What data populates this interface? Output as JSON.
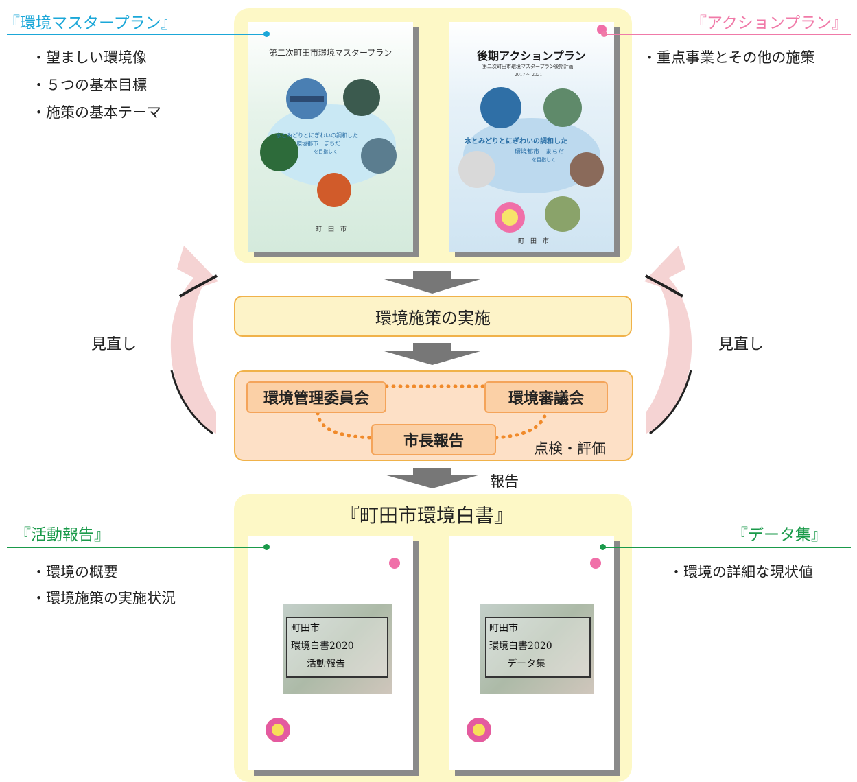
{
  "master_plan": {
    "title": "『環境マスタープラン』",
    "items": [
      "・望ましい環境像",
      "・５つの基本目標",
      "・施策の基本テーマ"
    ],
    "cover_title": "第二次町田市環境マスタープラン",
    "cover_slogan": [
      "水とみどりとにぎわいの調和した",
      "環境都市　まちだ",
      "を目指して"
    ],
    "cover_publisher": "町　田　市",
    "color": "#1ba7d8"
  },
  "action_plan": {
    "title": "『アクションプラン』",
    "items": [
      "・重点事業とその他の施策"
    ],
    "cover_title": "後期アクションプラン",
    "cover_subtitle": "第二次町田市環境マスタープラン後期計画",
    "cover_years": "2017 ～ 2021",
    "cover_slogan": [
      "水とみどりとにぎわいの調和した",
      "環境都市　まちだ",
      "を目指して"
    ],
    "cover_publisher": "町　田　市",
    "color": "#f07aa8"
  },
  "flow": {
    "implementation": "環境施策の実施",
    "review_left": "見直し",
    "review_right": "見直し",
    "committee": "環境管理委員会",
    "council": "環境審議会",
    "mayor": "市長報告",
    "evaluation": "点検・評価",
    "report": "報告"
  },
  "whitepaper": {
    "title": "『町田市環境白書』"
  },
  "activity_report": {
    "title": "『活動報告』",
    "items": [
      "・環境の概要",
      "・環境施策の実施状況"
    ],
    "cover_lines": [
      "町田市",
      "環境白書2020",
      "活動報告"
    ],
    "color": "#1a9a4a"
  },
  "data_collection": {
    "title": "『データ集』",
    "items": [
      "・環境の詳細な現状値"
    ],
    "cover_lines": [
      "町田市",
      "環境白書2020",
      "データ集"
    ],
    "color": "#1a9a4a"
  }
}
